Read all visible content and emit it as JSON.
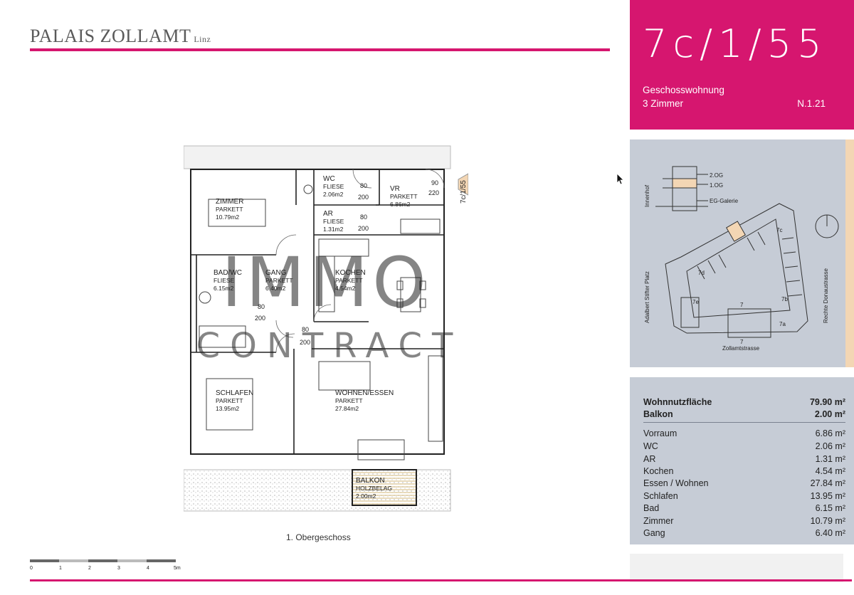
{
  "header": {
    "brand": "PALAIS ZOLLAMT",
    "city": "Linz"
  },
  "unit": {
    "code": "7c/1/55",
    "type": "Geschosswohnung",
    "rooms": "3 Zimmer",
    "ref": "N.1.21"
  },
  "plan": {
    "tag": "7c/1/55",
    "floor_label": "1. Obergeschoss",
    "rooms": [
      {
        "name": "ZIMMER",
        "floor": "PARKETT",
        "area": "10.79m2"
      },
      {
        "name": "WC",
        "floor": "FLIESE",
        "area": "2.06m2"
      },
      {
        "name": "VR",
        "floor": "PARKETT",
        "area": "6.86m2"
      },
      {
        "name": "AR",
        "floor": "FLIESE",
        "area": "1.31m2"
      },
      {
        "name": "BAD/WC",
        "floor": "FLIESE",
        "area": "6.15m2"
      },
      {
        "name": "GANG",
        "floor": "PARKETT",
        "area": "6.40m2"
      },
      {
        "name": "KOCHEN",
        "floor": "PARKETT",
        "area": "4.54m2"
      },
      {
        "name": "SCHLAFEN",
        "floor": "PARKETT",
        "area": "13.95m2"
      },
      {
        "name": "WOHNEN/ESSEN",
        "floor": "PARKETT",
        "area": "27.84m2"
      },
      {
        "name": "BALKON",
        "floor": "HOLZBELAG",
        "area": "2.00m2"
      }
    ],
    "door_labels": [
      "80",
      "200",
      "90",
      "220"
    ],
    "watermark_1": "IMMO",
    "watermark_2": "CONTRACT"
  },
  "site": {
    "floor_upper": "2.OG",
    "floor_current": "1.OG",
    "ground": "EG-Galerie",
    "courtyard": "Innenhof",
    "street_left": "Adalbert Stifter Platz",
    "street_right": "Rechte Donaustrasse",
    "street_bottom": "Zollamtstrasse",
    "labels": [
      "7c",
      "7d",
      "7e",
      "7",
      "7b",
      "7a",
      "7"
    ]
  },
  "areas": {
    "total": {
      "label": "Wohnnutzfläche",
      "value": "79.90 m²"
    },
    "balcony": {
      "label": "Balkon",
      "value": "2.00 m²"
    },
    "rooms": [
      {
        "label": "Vorraum",
        "value": "6.86 m²"
      },
      {
        "label": "WC",
        "value": "2.06 m²"
      },
      {
        "label": "AR",
        "value": "1.31 m²"
      },
      {
        "label": "Kochen",
        "value": "4.54 m²"
      },
      {
        "label": "Essen / Wohnen",
        "value": "27.84 m²"
      },
      {
        "label": "Schlafen",
        "value": "13.95 m²"
      },
      {
        "label": "Bad",
        "value": "6.15 m²"
      },
      {
        "label": "Zimmer",
        "value": "10.79 m²"
      },
      {
        "label": "Gang",
        "value": "6.40 m²"
      }
    ]
  },
  "scale": {
    "ticks": [
      "0",
      "1",
      "2",
      "3",
      "4",
      "5m"
    ]
  },
  "colors": {
    "accent": "#d6166f",
    "panel": "#c6ccd6",
    "highlight": "#f3d6b4"
  }
}
